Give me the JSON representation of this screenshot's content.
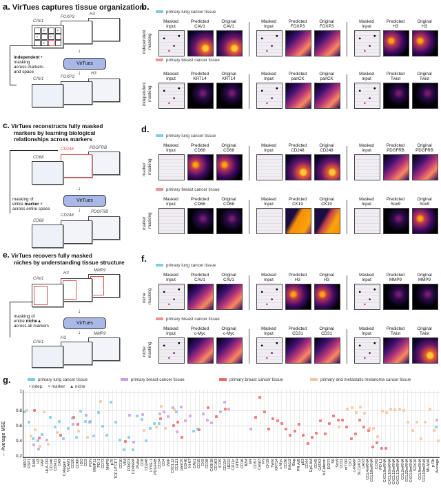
{
  "panels": {
    "a": {
      "letter": "a.",
      "title": "VirTues captures tissue organization",
      "markers_top": [
        "CAV1",
        "FOXP3",
        "H3"
      ],
      "markers_bottom": [
        "CAV1",
        "FOXP3",
        "H3"
      ],
      "model": "VirTues",
      "caption_bold": "independent",
      "caption_symbol": "•",
      "caption_lines": [
        "masking",
        "across markers",
        "and space"
      ]
    },
    "b": {
      "letter": "b.",
      "legend_lung": "primary lung cancer tissue",
      "legend_breast": "primary breast cancer tissue",
      "row_label": [
        "independent",
        "masking"
      ],
      "row_symbol": "•",
      "row1": [
        {
          "masked": [
            "Masked",
            "Input"
          ],
          "pred": [
            "Predicted",
            "CAV1"
          ],
          "orig": [
            "Original",
            "CAV1"
          ]
        },
        {
          "masked": [
            "Masked",
            "Input"
          ],
          "pred": [
            "Predicted",
            "FOXP3"
          ],
          "orig": [
            "Original",
            "FOXP3"
          ]
        },
        {
          "masked": [
            "Masked",
            "Input"
          ],
          "pred": [
            "Predicted",
            "H3"
          ],
          "orig": [
            "Original",
            "H3"
          ]
        }
      ],
      "row2": [
        {
          "masked": [
            "Masked",
            "Input"
          ],
          "pred": [
            "Predicted",
            "KRT14"
          ],
          "orig": [
            "Original",
            "KRT14"
          ]
        },
        {
          "masked": [
            "Masked",
            "Input"
          ],
          "pred": [
            "Predicted",
            "panCK"
          ],
          "orig": [
            "Original",
            "panCK"
          ]
        },
        {
          "masked": [
            "Masked",
            "Input"
          ],
          "pred": [
            "Predicted",
            "Twist"
          ],
          "orig": [
            "Original",
            "Twist"
          ]
        }
      ]
    },
    "c": {
      "letter": "c.",
      "title_lines": [
        "VirTues reconstructs fully masked",
        "markers by learning biological",
        "relationships across markers"
      ],
      "markers_top": [
        "CD68",
        "CD248",
        "PDGFRB"
      ],
      "markers_bottom": [
        "CD68",
        "CD248",
        "PDGFRB"
      ],
      "model": "VirTues",
      "caption_pre": "masking of",
      "caption_mid_pre": "entire ",
      "caption_bold": "marker",
      "caption_symbol": "×",
      "caption_post": "across entire space"
    },
    "d": {
      "letter": "d.",
      "legend_lung": "primary lung cancer tissue",
      "legend_breast": "primary breast cancer tissue",
      "row_label": [
        "marker",
        "masking"
      ],
      "row_symbol": "×",
      "row1": [
        {
          "masked": [
            "Masked",
            "Input"
          ],
          "pred": [
            "Predicted",
            "CD68"
          ],
          "orig": [
            "Original",
            "CD68"
          ]
        },
        {
          "masked": [
            "Masked",
            "Input"
          ],
          "pred": [
            "Predicted",
            "CD248"
          ],
          "orig": [
            "Original",
            "CD248"
          ]
        },
        {
          "masked": [
            "Masked",
            "Input"
          ],
          "pred": [
            "Predicted",
            "PDGFRB"
          ],
          "orig": [
            "Original",
            "PDGFRB"
          ]
        }
      ],
      "row2": [
        {
          "masked": [
            "Masked",
            "Input"
          ],
          "pred": [
            "Predicted",
            "CD68"
          ],
          "orig": [
            "Original",
            "CD68"
          ]
        },
        {
          "masked": [
            "Masked",
            "Input"
          ],
          "pred": [
            "Predicted",
            "CK19"
          ],
          "orig": [
            "Original",
            "CK19"
          ]
        },
        {
          "masked": [
            "Masked",
            "Input"
          ],
          "pred": [
            "Predicted",
            "Sox9"
          ],
          "orig": [
            "Original",
            "Sox9"
          ]
        }
      ]
    },
    "e": {
      "letter": "e.",
      "title_lines": [
        "VirTues recovers fully masked",
        "niches by understanding tissue structure"
      ],
      "markers_top": [
        "CAV1",
        "H3",
        "MMP9"
      ],
      "markers_bottom": [
        "CAV1",
        "H3",
        "MMP9"
      ],
      "model": "VirTues",
      "caption_pre": "masking of",
      "caption_mid_pre": "entire ",
      "caption_bold": "niche",
      "caption_symbol": "▲",
      "caption_post": "across all markers"
    },
    "f": {
      "letter": "f.",
      "legend_lung": "primary lung cancer tissue",
      "legend_breast": "primary breast cancer tissue",
      "row_label": [
        "niche",
        "masking"
      ],
      "row_symbol": "▲",
      "row1": [
        {
          "masked": [
            "Masked",
            "Input"
          ],
          "pred": [
            "Predicted",
            "CAV1"
          ],
          "orig": [
            "Original",
            "CAV1"
          ]
        },
        {
          "masked": [
            "Masked",
            "Input"
          ],
          "pred": [
            "Predicted",
            "H3"
          ],
          "orig": [
            "Original",
            "H3"
          ]
        },
        {
          "masked": [
            "Masked",
            "Input"
          ],
          "pred": [
            "Predicted",
            "MMP9"
          ],
          "orig": [
            "Original",
            "MMP9"
          ]
        }
      ],
      "row2": [
        {
          "masked": [
            "Masked",
            "Input"
          ],
          "pred": [
            "Predicted",
            "c-Myc"
          ],
          "orig": [
            "Original",
            "c-Myc"
          ]
        },
        {
          "masked": [
            "Masked",
            "Input"
          ],
          "pred": [
            "Predicted",
            "CD31"
          ],
          "orig": [
            "Original",
            "CD31"
          ]
        },
        {
          "masked": [
            "Masked",
            "Input"
          ],
          "pred": [
            "Predicted",
            "Twist"
          ],
          "orig": [
            "Original",
            "Twist"
          ]
        }
      ]
    },
    "g": {
      "letter": "g."
    }
  },
  "colors": {
    "lung": "#7ecbe8",
    "breast_purple": "#c9a0e0",
    "breast_red": "#ee6b6b",
    "melanoma": "#f8c49c"
  },
  "chart_data": {
    "type": "scatter",
    "title": "",
    "ylabel": "Average MSE",
    "ylabel_arrow": "lower is better (↓)",
    "ylim": [
      0.05,
      1.05
    ],
    "yticks": [
      0.2,
      0.4,
      0.6,
      0.8,
      1.0
    ],
    "grid": true,
    "legend": {
      "series": [
        {
          "name": "primary lung cancer tissue",
          "color": "#7ecbe8"
        },
        {
          "name": "primary breast cancer tissue",
          "color": "#c9a0e0"
        },
        {
          "name": "primary breast cancer tissue",
          "color": "#ee6b6b"
        },
        {
          "name": "primary and metastatic melanoma cancer tissue",
          "color": "#f8c49c"
        }
      ],
      "markers": [
        {
          "symbol": "•",
          "name": "indep."
        },
        {
          "symbol": "×",
          "name": "marker"
        },
        {
          "symbol": "▲",
          "name": "niche"
        }
      ]
    },
    "categories": [
      "MPO",
      "FSP1",
      "SMA",
      "H3",
      "FAP",
      "HLA-DR",
      "CD146",
      "CDH11",
      "CA9",
      "Collagen I",
      "VCAM1",
      "CD20",
      "CD68",
      "IDO",
      "CD3",
      "PDN",
      "MMP11",
      "PD-1",
      "CD73",
      "MMP9",
      "p75",
      "TCF1/TCF7",
      "CD10",
      "VIM",
      "FOXP3",
      "CD45RA",
      "PNAd",
      "CD8",
      "CD248",
      "LYVE-1",
      "PDGFRB",
      "CD34",
      "CD4",
      "vWF",
      "CXCL12",
      "CCL21",
      "panCK",
      "CDH6",
      "Ki-67",
      "CAV1",
      "CD15",
      "CK5",
      "CD38",
      "CK8/18",
      "CD163",
      "ICOS",
      "CD134",
      "HER2",
      "CD11c",
      "GITR",
      "CD16",
      "B2M",
      "ER",
      "CD57",
      "Casp3",
      "FN",
      "CK19",
      "Twist",
      "KRT14",
      "c-Myc",
      "CD36",
      "Erk1/2",
      "Slug",
      "PR A/B",
      "p53",
      "CD44",
      "EpCAM",
      "CD45",
      "GATA3",
      "b-Catenin",
      "EGFR",
      "S6",
      "Sox9",
      "CD31",
      "mTOR",
      "CK7",
      "c-PARP",
      "SLC2A12",
      "LAG3",
      "CCL4mRNA",
      "CCL18mRNA",
      "CCR2",
      "PD-L1",
      "CXCL8mRNA",
      "CXCL10mRNA",
      "CXCL12mRNA",
      "CXCL13mRNA",
      "CCL2mRNA",
      "CCL22mRNA",
      "CXCL9mRNA",
      "SOX10",
      "CCL8mRNA",
      "CCL19mRNA",
      "MLANA",
      "p-Rb",
      "Average"
    ],
    "series": [
      {
        "name": "lung (indep.)",
        "color": "#7ecbe8",
        "values_approx": [
          0.72,
          0.57,
          0.33,
          0.29,
          0.39,
          null,
          0.64,
          0.5,
          0.58,
          0.33,
          0.48,
          0.63,
          0.35,
          0.73,
          0.58,
          0.57,
          0.37,
          0.71,
          0.51,
          0.38,
          0.87,
          0.57,
          0.31,
          0.16,
          0.35,
          0.16,
          0.66,
          0.61,
          0.29,
          0.48,
          0.55,
          0.55,
          null,
          null,
          null,
          0.72,
          null,
          null,
          null,
          0.44,
          0.47,
          null,
          null,
          null,
          null,
          null,
          null,
          null,
          null,
          null,
          null,
          null,
          null,
          null,
          null,
          null,
          null,
          null,
          null,
          null,
          null,
          null,
          null,
          null,
          null,
          null,
          null,
          null,
          null,
          null,
          null,
          null,
          null,
          null,
          null,
          null,
          null,
          null,
          null,
          null,
          null,
          null,
          null,
          null,
          null,
          null,
          null,
          null,
          null,
          null,
          null,
          null,
          null,
          null,
          null,
          0.5
        ]
      },
      {
        "name": "breast purple (indep.)",
        "color": "#c9a0e0",
        "values_approx": [
          null,
          null,
          0.23,
          0.17,
          null,
          0.31,
          null,
          null,
          null,
          null,
          null,
          0.54,
          null,
          null,
          0.67,
          0.58,
          null,
          null,
          null,
          null,
          null,
          null,
          null,
          null,
          0.67,
          0.27,
          null,
          0.68,
          null,
          null,
          null,
          0.69,
          0.72,
          0.65,
          0.78,
          0.43,
          0.8,
          0.59,
          0.66,
          null,
          null,
          0.69,
          0.6,
          0.56,
          null,
          0.72,
          0.87,
          0.76,
          null,
          null,
          null,
          null,
          0.47,
          null,
          null,
          null,
          null,
          null,
          null,
          null,
          null,
          null,
          null,
          null,
          null,
          null,
          null,
          null,
          null,
          null,
          null,
          null,
          null,
          null,
          null,
          null,
          null,
          null,
          null,
          null,
          null,
          null,
          null,
          null,
          null,
          null,
          null,
          null,
          null,
          null,
          null,
          null,
          null,
          null,
          null,
          0.6
        ]
      },
      {
        "name": "breast red (indep.)",
        "color": "#ee6b6b",
        "values_approx": [
          null,
          null,
          0.74,
          0.34,
          null,
          null,
          null,
          null,
          0.38,
          null,
          null,
          0.64,
          0.54,
          null,
          null,
          null,
          null,
          null,
          null,
          null,
          null,
          null,
          null,
          0.28,
          null,
          null,
          null,
          null,
          null,
          null,
          null,
          0.62,
          null,
          null,
          0.52,
          0.57,
          0.35,
          null,
          null,
          null,
          0.46,
          null,
          0.78,
          null,
          0.65,
          null,
          0.76,
          null,
          null,
          null,
          null,
          null,
          null,
          0.64,
          0.94,
          0.72,
          0.47,
          0.62,
          0.59,
          0.55,
          0.47,
          0.38,
          0.44,
          0.54,
          0.38,
          0.25,
          0.35,
          0.41,
          0.59,
          0.4,
          0.55,
          0.66,
          0.6,
          0.6,
          0.5,
          0.33,
          0.4,
          0.6,
          0.5,
          0.45,
          0.2,
          0.26,
          0.18,
          0.18,
          null,
          null,
          null,
          null,
          null,
          null,
          null,
          null,
          null,
          null,
          null,
          null,
          0.48
        ]
      },
      {
        "name": "melanoma (indep.)",
        "color": "#f8c49c",
        "values_approx": [
          0.74,
          0.37,
          0.46,
          0.21,
          0.72,
          0.24,
          null,
          0.42,
          null,
          null,
          null,
          null,
          0.44,
          null,
          0.35,
          null,
          null,
          0.88,
          null,
          null,
          null,
          null,
          null,
          null,
          null,
          null,
          null,
          0.45,
          null,
          null,
          0.5,
          0.81,
          0.48,
          null,
          0.75,
          null,
          null,
          null,
          null,
          null,
          null,
          null,
          null,
          null,
          null,
          null,
          null,
          null,
          null,
          null,
          null,
          null,
          null,
          null,
          null,
          null,
          null,
          null,
          null,
          null,
          null,
          null,
          null,
          null,
          null,
          null,
          null,
          null,
          null,
          null,
          null,
          null,
          0.5,
          null,
          0.76,
          0.78,
          0.71,
          0.8,
          0.7,
          0.48,
          0.48,
          0.36,
          0.73,
          0.71,
          0.76,
          0.75,
          0.76,
          0.74,
          0.57,
          0.45,
          0.57,
          0.33,
          0.57,
          0.76,
          0.45,
          0.3,
          0.54
        ]
      }
    ]
  }
}
